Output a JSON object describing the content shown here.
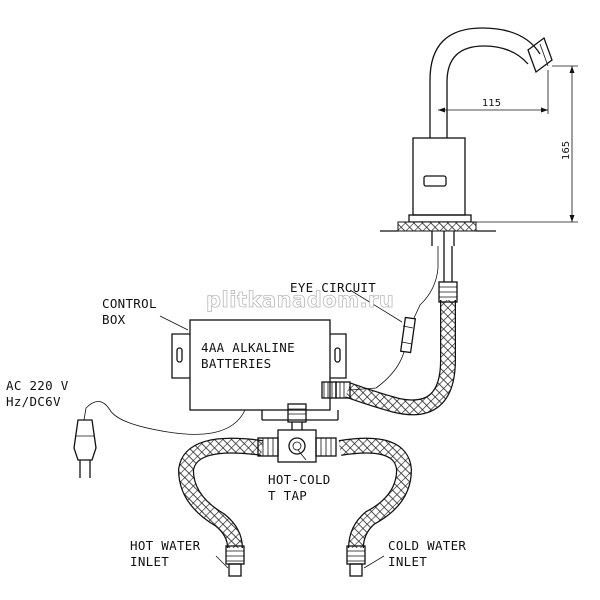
{
  "labels": {
    "dim_115": "115",
    "dim_165": "165",
    "eye_circuit": "EYE CIRCUIT",
    "control_box_1": "CONTROL",
    "control_box_2": "BOX",
    "batteries_1": "4AA ALKALINE",
    "batteries_2": "BATTERIES",
    "power_1": "AC 220 V",
    "power_2": "Hz/DC6V",
    "tap_1": "HOT-COLD",
    "tap_2": "T TAP",
    "hot_inlet_1": "HOT WATER",
    "hot_inlet_2": "INLET",
    "cold_inlet_1": "COLD WATER",
    "cold_inlet_2": "INLET"
  },
  "watermark": "plitkanadom.ru",
  "colors": {
    "line": "#111111",
    "background": "#ffffff",
    "watermark_outline": "#b9b9b9"
  }
}
